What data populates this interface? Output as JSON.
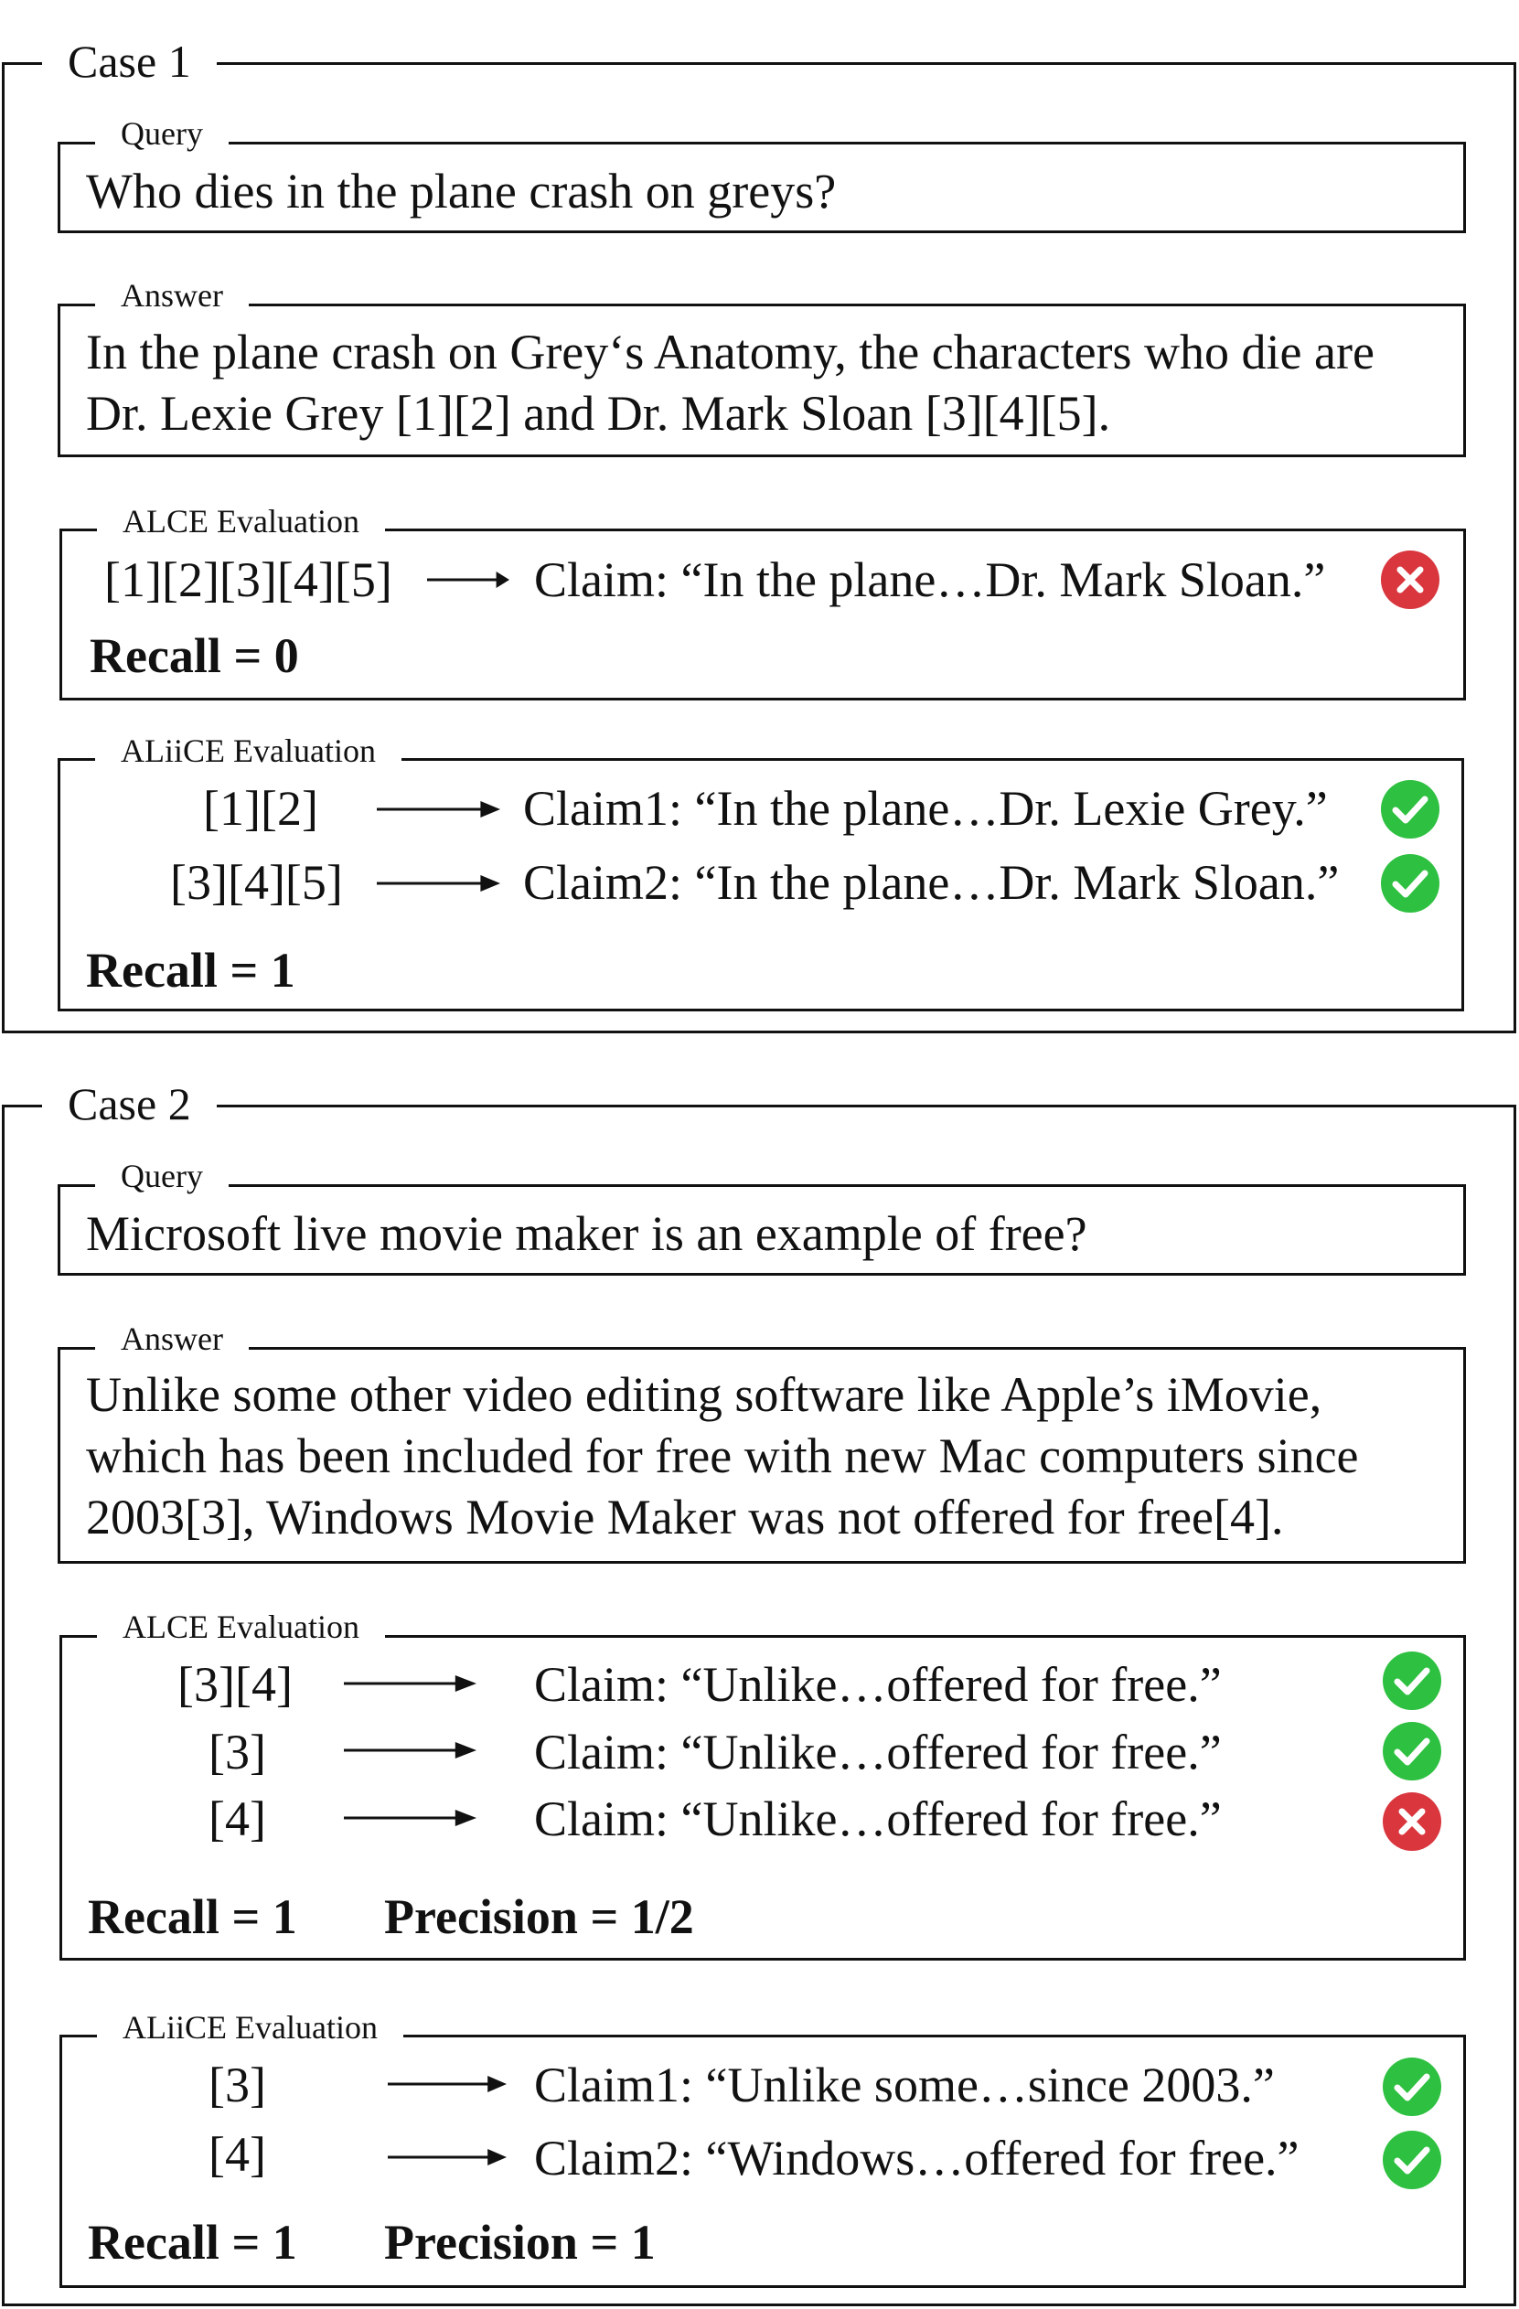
{
  "case1": {
    "title": "Case 1",
    "query": {
      "label": "Query",
      "text": "Who dies in the plane crash on greys?"
    },
    "answer": {
      "label": "Answer",
      "lines": [
        "In the plane crash on Grey‘s Anatomy, the characters who die are",
        "Dr. Lexie Grey [1][2] and Dr. Mark Sloan [3][4][5]."
      ]
    },
    "alce": {
      "label": "ALCE Evaluation",
      "rows": [
        {
          "citations": "[1][2][3][4][5]",
          "claim": "Claim: “In the plane…Dr. Mark Sloan.”",
          "status": "incorrect"
        }
      ],
      "metrics": {
        "recall": "Recall = 0"
      }
    },
    "aliice": {
      "label": "ALiiCE Evaluation",
      "rows": [
        {
          "citations": "[1][2]",
          "claim": "Claim1: “In the plane…Dr. Lexie Grey.”",
          "status": "correct"
        },
        {
          "citations": "[3][4][5]",
          "claim": "Claim2: “In the plane…Dr. Mark Sloan.”",
          "status": "correct"
        }
      ],
      "metrics": {
        "recall": "Recall = 1"
      }
    }
  },
  "case2": {
    "title": "Case 2",
    "query": {
      "label": "Query",
      "text": "Microsoft live movie maker is an example of free?"
    },
    "answer": {
      "label": "Answer",
      "lines": [
        "Unlike some other video editing software like Apple’s iMovie,",
        "which has been included for free with new Mac computers since",
        "2003[3],  Windows Movie Maker was not offered for free[4]."
      ]
    },
    "alce": {
      "label": "ALCE Evaluation",
      "rows": [
        {
          "citations": "[3][4]",
          "claim": "Claim: “Unlike…offered for free.”",
          "status": "correct"
        },
        {
          "citations": "[3]",
          "claim": "Claim: “Unlike…offered for free.”",
          "status": "correct"
        },
        {
          "citations": "[4]",
          "claim": "Claim: “Unlike…offered for free.”",
          "status": "incorrect"
        }
      ],
      "metrics": {
        "recall": "Recall = 1",
        "precision": "Precision = 1/2"
      }
    },
    "aliice": {
      "label": "ALiiCE Evaluation",
      "rows": [
        {
          "citations": "[3]",
          "claim": "Claim1: “Unlike some…since 2003.”",
          "status": "correct"
        },
        {
          "citations": "[4]",
          "claim": "Claim2: “Windows…offered for free.”",
          "status": "correct"
        }
      ],
      "metrics": {
        "recall": "Recall = 1",
        "precision": "Precision = 1"
      }
    }
  },
  "icons": {
    "correct": "check-circle-icon",
    "incorrect": "x-circle-icon"
  },
  "colors": {
    "correct": "#2ec040",
    "incorrect": "#d9363e",
    "line": "#111111"
  }
}
